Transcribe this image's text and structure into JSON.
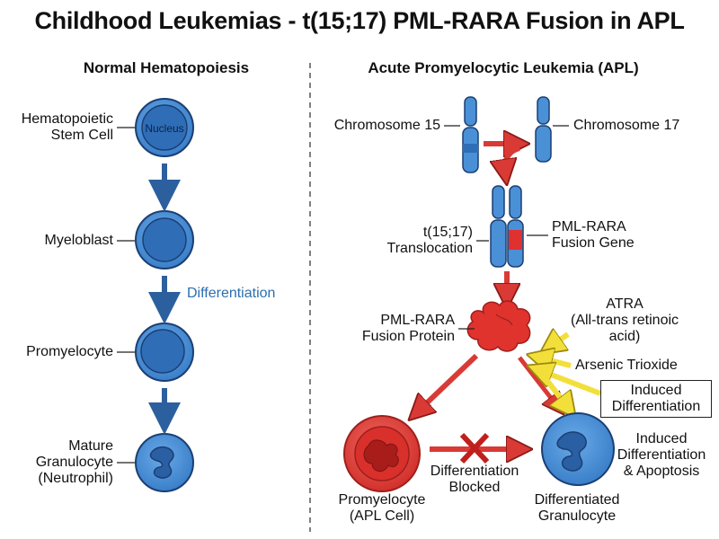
{
  "title": "Childhood Leukemias - t(15;17) PML-RARA Fusion in APL",
  "left": {
    "heading": "Normal Hematopoiesis",
    "stem_label": "Hematopoietic\nStem Cell",
    "nucleus_label": "Nucleus",
    "myeloblast_label": "Myeloblast",
    "differentiation_label": "Differentiation",
    "promyelocyte_label": "Promyelocyte",
    "granulocyte_label": "Mature\nGranulocyte\n(Neutrophil)"
  },
  "right": {
    "heading": "Acute Promyelocytic Leukemia (APL)",
    "chr15_label": "Chromosome 15",
    "chr17_label": "Chromosome 17",
    "translocation_label": "t(15;17)\nTranslocation",
    "fusion_gene_label": "PML-RARA\nFusion Gene",
    "fusion_protein_label": "PML-RARA\nFusion Protein",
    "atra_label": "ATRA\n(All-trans retinoic\nacid)",
    "arsenic_label": "Arsenic Trioxide",
    "induced_box_label": "Induced\nDifferentiation",
    "induced_apoptosis_label": "Induced\nDifferentiation\n& Apoptosis",
    "blocked_label": "Differentiation\nBlocked",
    "apl_cell_label": "Promyelocyte\n(APL Cell)",
    "diff_granulocyte_label": "Differentiated\nGranulocyte"
  },
  "colors": {
    "cell_blue": "#4a90d6",
    "cell_dark": "#1f5fa8",
    "outline": "#1b3f73",
    "arrow_blue": "#2c5f9e",
    "red": "#d93a35",
    "dark_red": "#9e1f1c",
    "yellow": "#f3df3a",
    "divider": "#555555"
  }
}
